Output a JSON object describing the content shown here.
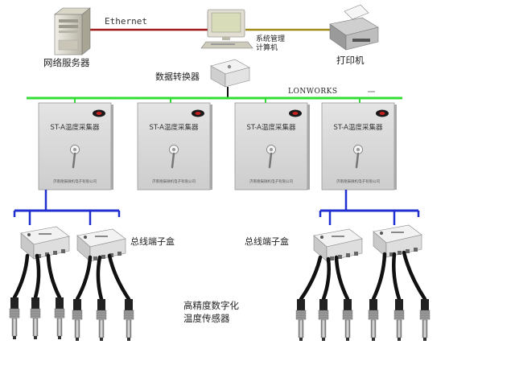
{
  "colors": {
    "ethernet_line": "#a01818",
    "printer_line": "#a08a1a",
    "lonworks_bus": "#33dd33",
    "field_bus": "#1f2fd0",
    "collector_fill": "#d7d7d7",
    "cable": "#111111"
  },
  "top": {
    "ethernet_label": "Ethernet",
    "server_label": "网络服务器",
    "management_pc_label": [
      "系统管理",
      "计算机"
    ],
    "printer_label": "打印机",
    "converter_label": "数据转换器",
    "bus_label": "LONWORKS"
  },
  "collectors": [
    {
      "title": "ST-A温度采集器",
      "maker": "济南德辰微机电子有限公司"
    },
    {
      "title": "ST-A温度采集器",
      "maker": "济南德辰微机电子有限公司"
    },
    {
      "title": "ST-A温度采集器",
      "maker": "济南德辰微机电子有限公司"
    },
    {
      "title": "ST-A温度采集器",
      "maker": "济南德辰微机电子有限公司"
    }
  ],
  "terminal_box_label_left": "总线端子盒",
  "terminal_box_label_right": "总线端子盒",
  "sensor_label": [
    "高精度数字化",
    "温度传感器"
  ]
}
